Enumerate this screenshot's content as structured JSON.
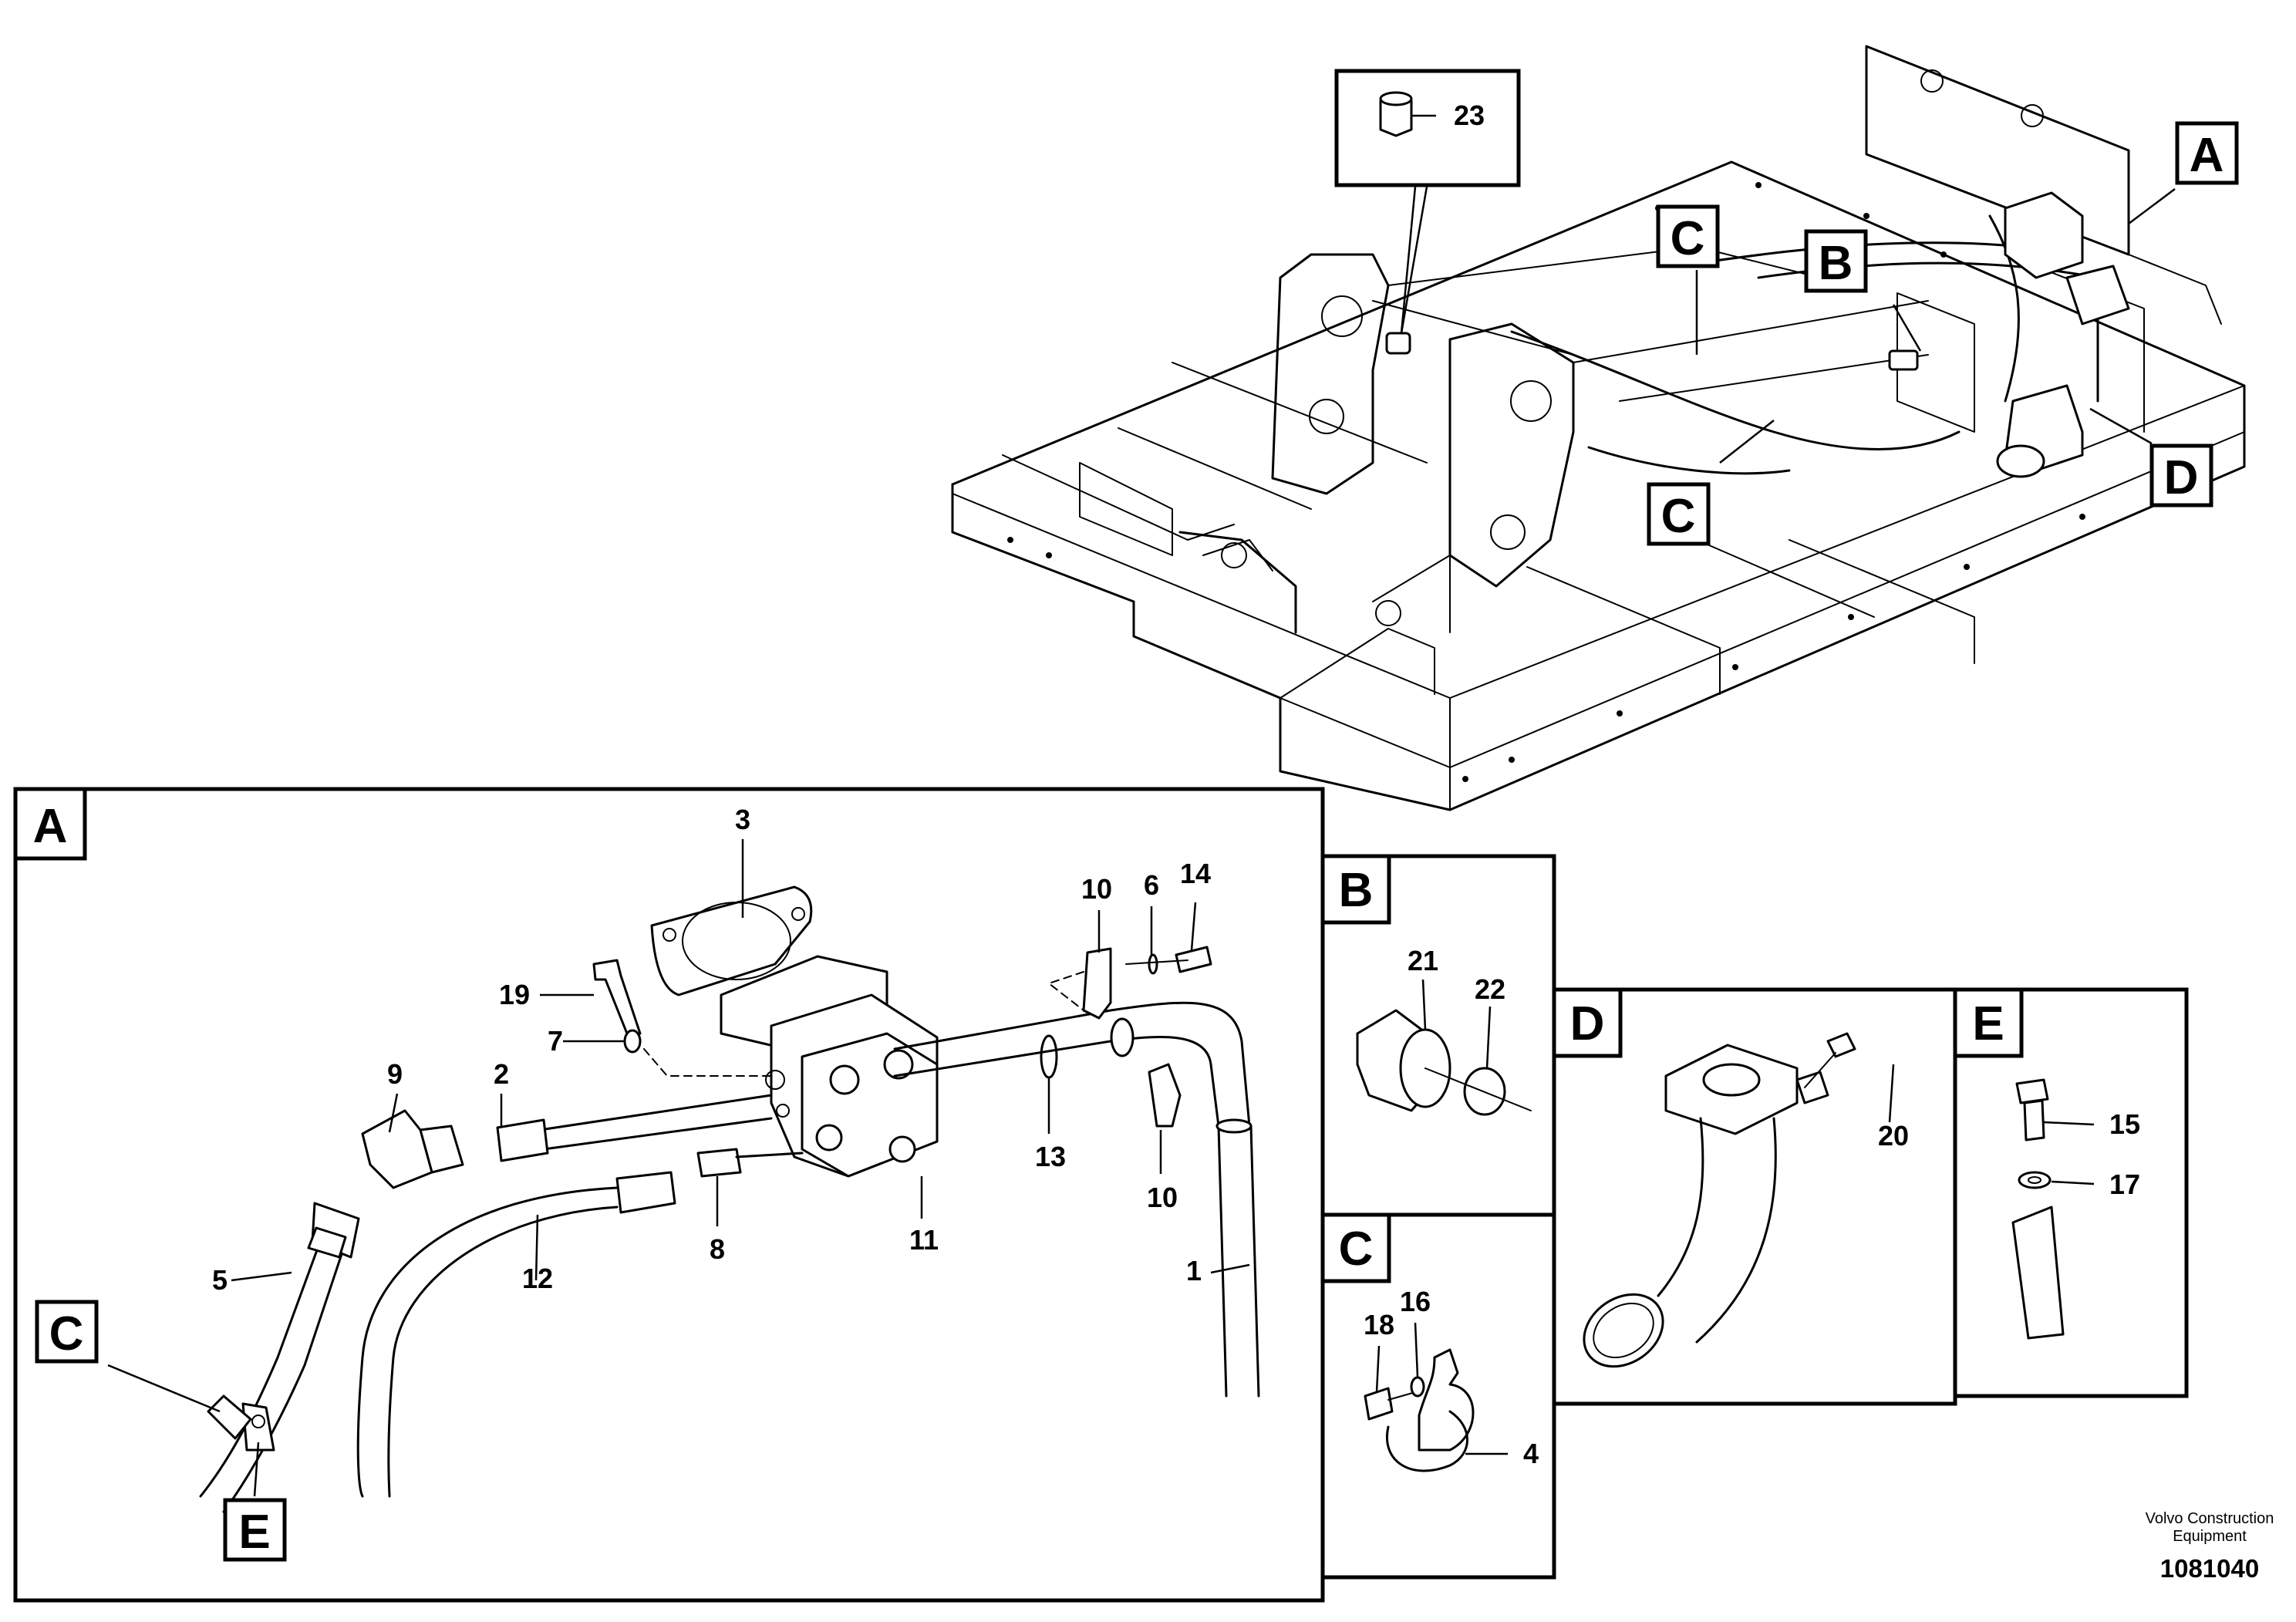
{
  "view_tags": {
    "main_a": "A",
    "main_b": "B",
    "main_c1": "C",
    "main_c2": "C",
    "main_d": "D",
    "detail_a": "A",
    "detail_a_c": "C",
    "detail_a_e": "E",
    "detail_b": "B",
    "detail_c": "C",
    "detail_d": "D",
    "detail_e": "E"
  },
  "callouts": {
    "p1": "1",
    "p2": "2",
    "p3": "3",
    "p4": "4",
    "p5": "5",
    "p6": "6",
    "p7": "7",
    "p8": "8",
    "p9": "9",
    "p10a": "10",
    "p10b": "10",
    "p11": "11",
    "p12": "12",
    "p13": "13",
    "p14": "14",
    "p15": "15",
    "p16": "16",
    "p17": "17",
    "p18": "18",
    "p19": "19",
    "p20": "20",
    "p21": "21",
    "p22": "22",
    "p23": "23"
  },
  "footer": {
    "brand_line1": "Volvo Construction",
    "brand_line2": "Equipment",
    "doc_number": "1081040"
  }
}
